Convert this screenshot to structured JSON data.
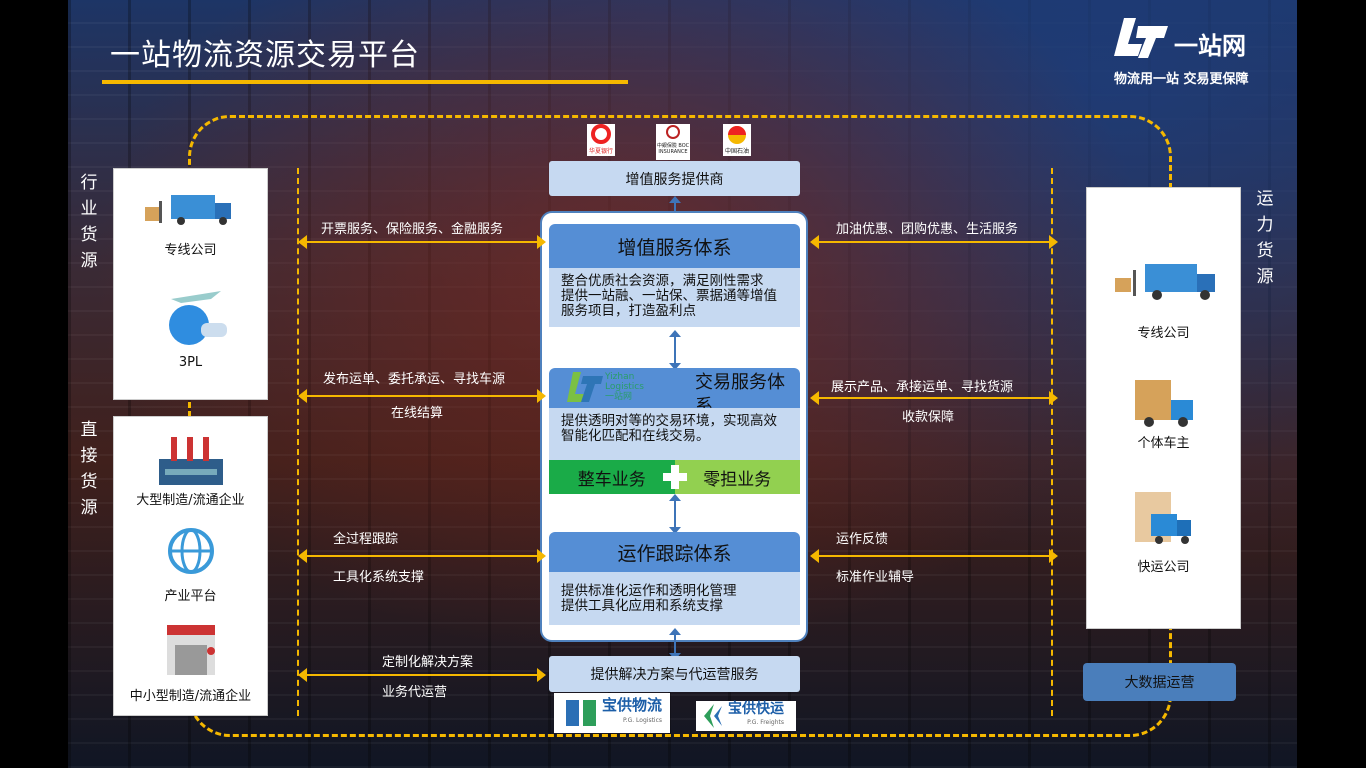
{
  "title": "一站物流资源交易平台",
  "logo": {
    "name": "一站网",
    "slogan": "物流用一站 交易更保障"
  },
  "left": {
    "group1_label": "行业货源",
    "group1_items": [
      {
        "label": "专线公司",
        "icon": "truck-forklift-icon"
      },
      {
        "label": "3PL",
        "icon": "globe-airplane-icon"
      }
    ],
    "group2_label": "直接货源",
    "group2_items": [
      {
        "label": "大型制造/流通企业",
        "icon": "factory-icon"
      },
      {
        "label": "产业平台",
        "icon": "globe-icon"
      },
      {
        "label": "中小型制造/流通企业",
        "icon": "warehouse-icon"
      }
    ]
  },
  "right": {
    "label": "运力货源",
    "items": [
      {
        "label": "专线公司",
        "icon": "truck-forklift-icon"
      },
      {
        "label": "个体车主",
        "icon": "small-truck-icon"
      },
      {
        "label": "快运公司",
        "icon": "courier-truck-icon"
      }
    ],
    "bigdata_button": "大数据运营"
  },
  "center": {
    "provider_logos": [
      "华夏银行",
      "中銀保險 BOC INSURANCE",
      "中国石油"
    ],
    "provider_box": "增值服务提供商",
    "value_added": {
      "title": "增值服务体系",
      "lines": [
        "整合优质社会资源，满足刚性需求",
        "提供一站融、一站保、票据通等增值",
        "服务项目，打造盈利点"
      ]
    },
    "trade": {
      "logo_text": "Yizhan Logistics 一站网",
      "title": "交易服务体系",
      "lines": [
        "提供透明对等的交易环境，实现高效",
        "智能化匹配和在线交易。"
      ],
      "ftl": "整车业务",
      "ltl": "零担业务"
    },
    "ops": {
      "title": "运作跟踪体系",
      "lines": [
        "提供标准化运作和透明化管理",
        "提供工具化应用和系统支撑"
      ]
    },
    "solution_box": "提供解决方案与代运营服务",
    "partner_logos": [
      {
        "name": "宝供物流",
        "sub": "P.G. Logistics"
      },
      {
        "name": "宝供快运",
        "sub": "P.G. Freights"
      }
    ]
  },
  "left_arrows": [
    {
      "top": "开票服务、保险服务、金融服务",
      "bottom": ""
    },
    {
      "top": "发布运单、委托承运、寻找车源",
      "bottom": "在线结算"
    },
    {
      "top": "全过程跟踪",
      "bottom": "工具化系统支撑"
    },
    {
      "top": "定制化解决方案",
      "bottom": "业务代运营"
    }
  ],
  "right_arrows": [
    {
      "top": "加油优惠、团购优惠、生活服务",
      "bottom": ""
    },
    {
      "top": "展示产品、承接运单、寻找货源",
      "bottom": "收款保障"
    },
    {
      "top": "运作反馈",
      "bottom": "标准作业辅导"
    }
  ],
  "colors": {
    "accent_yellow": "#f5b800",
    "header_blue": "#558ed5",
    "light_blue": "#c6d9f1",
    "green_dark": "#1aab48",
    "green_light": "#92d050"
  }
}
